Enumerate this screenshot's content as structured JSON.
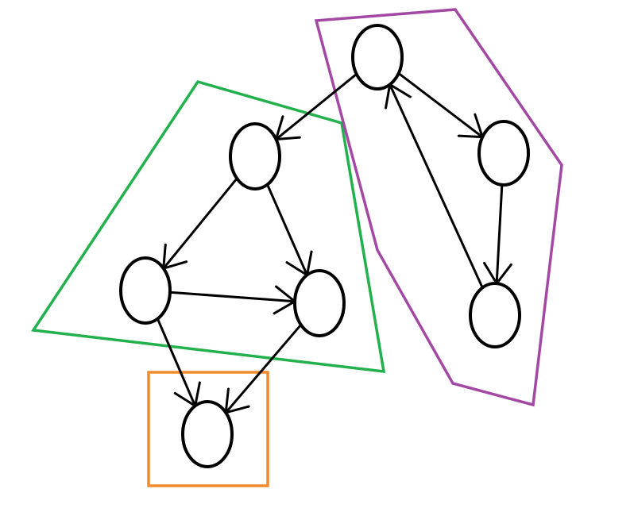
{
  "diagram": {
    "type": "directed-graph",
    "nodes": [
      {
        "id": "n1",
        "group": "purple"
      },
      {
        "id": "n2",
        "group": "purple"
      },
      {
        "id": "n3",
        "group": "purple"
      },
      {
        "id": "n4",
        "group": "green"
      },
      {
        "id": "n5",
        "group": "green"
      },
      {
        "id": "n6",
        "group": "green"
      },
      {
        "id": "n7",
        "group": "orange"
      }
    ],
    "edges": [
      {
        "from": "n1",
        "to": "n4"
      },
      {
        "from": "n1",
        "to": "n2"
      },
      {
        "from": "n2",
        "to": "n3"
      },
      {
        "from": "n3",
        "to": "n1"
      },
      {
        "from": "n4",
        "to": "n5"
      },
      {
        "from": "n4",
        "to": "n6"
      },
      {
        "from": "n5",
        "to": "n6"
      },
      {
        "from": "n5",
        "to": "n7"
      },
      {
        "from": "n6",
        "to": "n7"
      }
    ],
    "groups": [
      {
        "id": "green",
        "color": "#22b14c"
      },
      {
        "id": "purple",
        "color": "#a349a4"
      },
      {
        "id": "orange",
        "color": "#f08a2c"
      }
    ]
  }
}
